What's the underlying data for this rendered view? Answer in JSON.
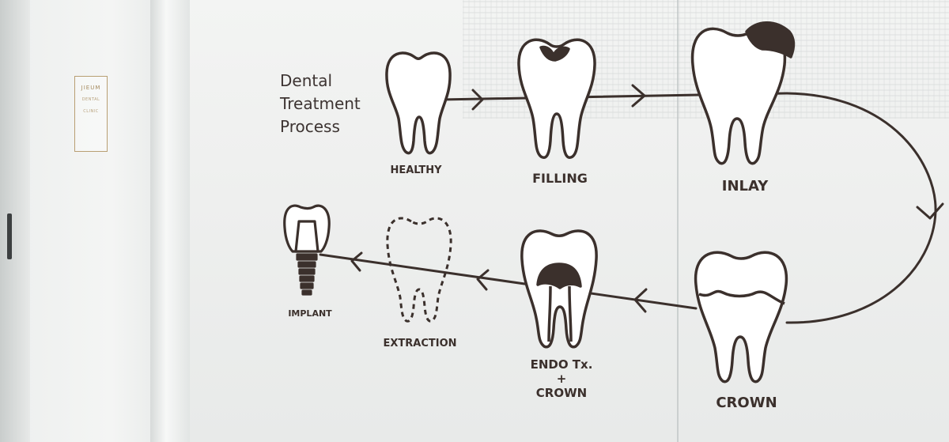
{
  "clinic_sign": {
    "name": "JIEUM",
    "line2": "DENTAL",
    "line3": "CLINIC"
  },
  "heading": {
    "line1": "Dental",
    "line2": "Treatment",
    "line3": "Process"
  },
  "stages": {
    "healthy": "HEALTHY",
    "filling": "FILLING",
    "inlay": "INLAY",
    "crown": "CROWN",
    "endo_line1": "ENDO Tx.",
    "endo_line2": "+",
    "endo_line3": "CROWN",
    "extraction": "EXTRACTION",
    "implant": "IMPLANT"
  },
  "colors": {
    "ink": "#3b302c",
    "glass": "#f0f1f0",
    "sign_gold": "#a68c60"
  }
}
